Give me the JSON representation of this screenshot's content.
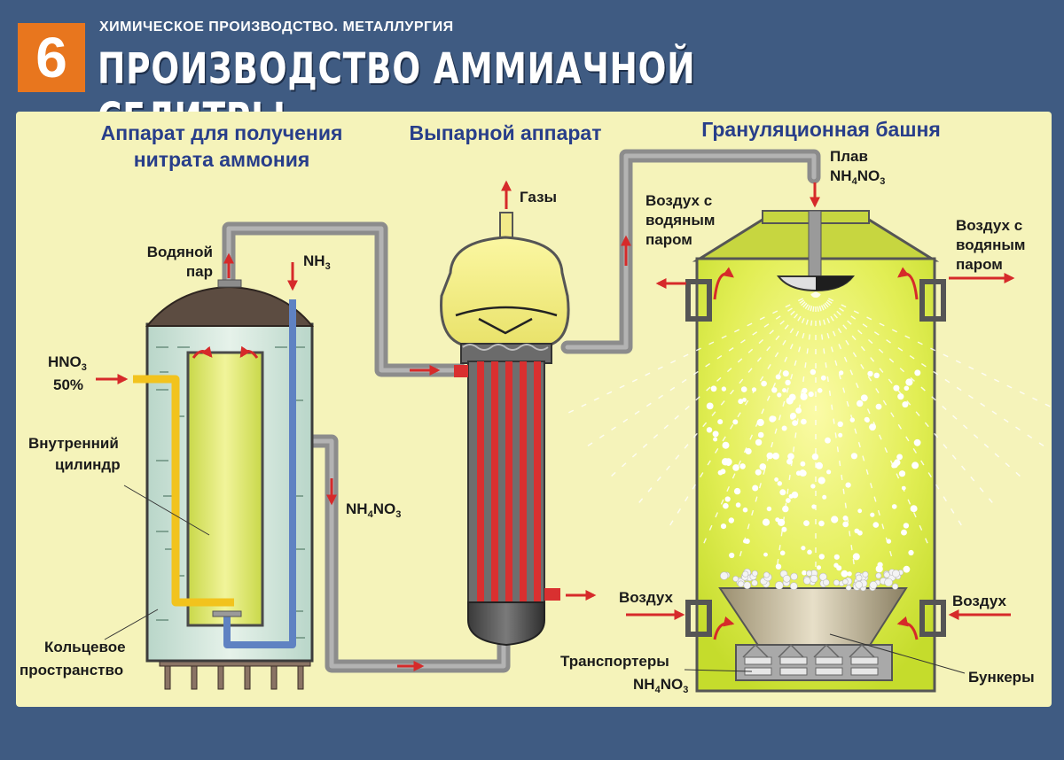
{
  "header": {
    "badge_number": "6",
    "subtitle": "ХИМИЧЕСКОЕ ПРОИЗВОДСТВО. МЕТАЛЛУРГИЯ",
    "title": "ПРОИЗВОДСТВО АММИАЧНОЙ СЕЛИТРЫ"
  },
  "sections": {
    "apparatus_line1": "Аппарат для получения",
    "apparatus_line2": "нитрата аммония",
    "evaporator": "Выпарной аппарат",
    "tower": "Грануляционная башня"
  },
  "labels": {
    "steam_line1": "Водяной",
    "steam_line2": "пар",
    "nh3": "NH",
    "nh3_sub": "3",
    "hno3_line1": "HNO",
    "hno3_sub": "3",
    "hno3_line2": "50%",
    "inner_cyl_line1": "Внутренний",
    "inner_cyl_line2": "цилиндр",
    "annular_line1": "Кольцевое",
    "annular_line2": "пространство",
    "nh4no3_a": "NH",
    "nh4no3_a_sub": "4",
    "nh4no3_a_end": "NO",
    "nh4no3_a_sub2": "3",
    "gases": "Газы",
    "melt_line1": "Плав",
    "melt_nh": "NH",
    "melt_sub": "4",
    "melt_no": "NO",
    "melt_sub2": "3",
    "air_steam_left_1": "Воздух с",
    "air_steam_left_2": "водяным",
    "air_steam_left_3": "паром",
    "air_steam_right_1": "Воздух с",
    "air_steam_right_2": "водяным",
    "air_steam_right_3": "паром",
    "air_left": "Воздух",
    "air_right": "Воздух",
    "conveyors": "Транспортеры",
    "product_nh": "NH",
    "product_sub": "4",
    "product_no": "NO",
    "product_sub2": "3",
    "bunkers": "Бункеры"
  },
  "colors": {
    "badge": "#e8761e",
    "header_bg": "#3f5b82",
    "panel_bg": "#f5f3ba",
    "section_title": "#283e8a",
    "flow_arrow": "#d62a2a",
    "pipe": "#8c8c8c",
    "acid_pipe": "#f2c31d",
    "ammonia_pipe": "#5f82c2",
    "heat_tubes": "#d93030"
  }
}
